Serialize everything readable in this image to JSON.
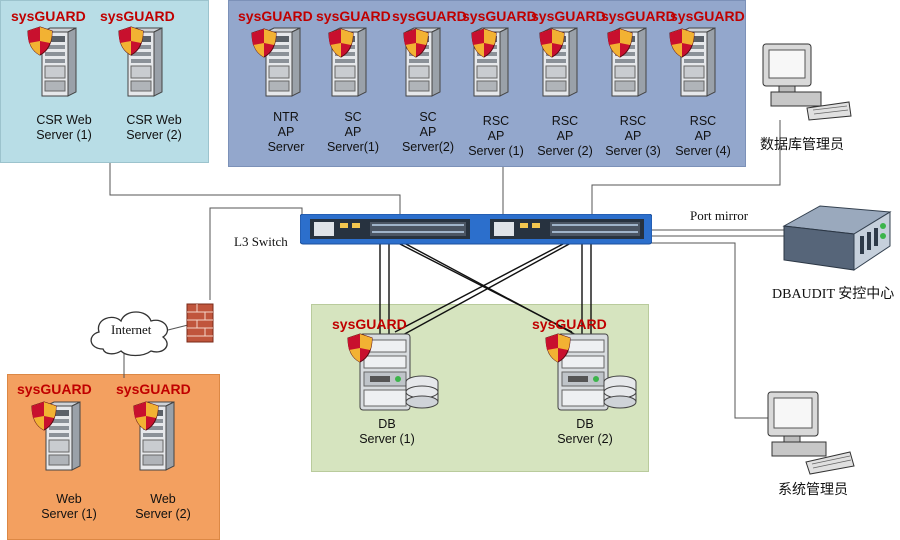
{
  "tag_label": "sysGUARD",
  "csr_zone": {
    "servers": [
      {
        "label": "CSR Web\nServer (1)"
      },
      {
        "label": "CSR Web\nServer (2)"
      }
    ]
  },
  "ap_zone": {
    "servers": [
      {
        "label": "NTR\nAP\nServer"
      },
      {
        "label": "SC\nAP\nServer(1)"
      },
      {
        "label": "SC\nAP\nServer(2)"
      },
      {
        "label": "RSC\nAP\nServer (1)"
      },
      {
        "label": "RSC\nAP\nServer (2)"
      },
      {
        "label": "RSC\nAP\nServer (3)"
      },
      {
        "label": "RSC\nAP\nServer (4)"
      }
    ]
  },
  "switch_label": "L3 Switch",
  "port_mirror_label": "Port mirror",
  "internet_label": "Internet",
  "db_zone": {
    "servers": [
      {
        "label": "DB\nServer (1)"
      },
      {
        "label": "DB\nServer (2)"
      }
    ]
  },
  "web_zone": {
    "servers": [
      {
        "label": "Web\nServer (1)"
      },
      {
        "label": "Web\nServer (2)"
      }
    ]
  },
  "db_admin_label": "数据库管理员",
  "dbaudit_label": "DBAUDIT 安控中心",
  "sys_admin_label": "系统管理员",
  "colors": {
    "csr_zone": "#b8dde6",
    "ap_zone": "#93a7cc",
    "db_zone": "#d6e4bf",
    "web_zone": "#f3a060",
    "tag": "#c00000",
    "switch": "#2c6fcc"
  }
}
